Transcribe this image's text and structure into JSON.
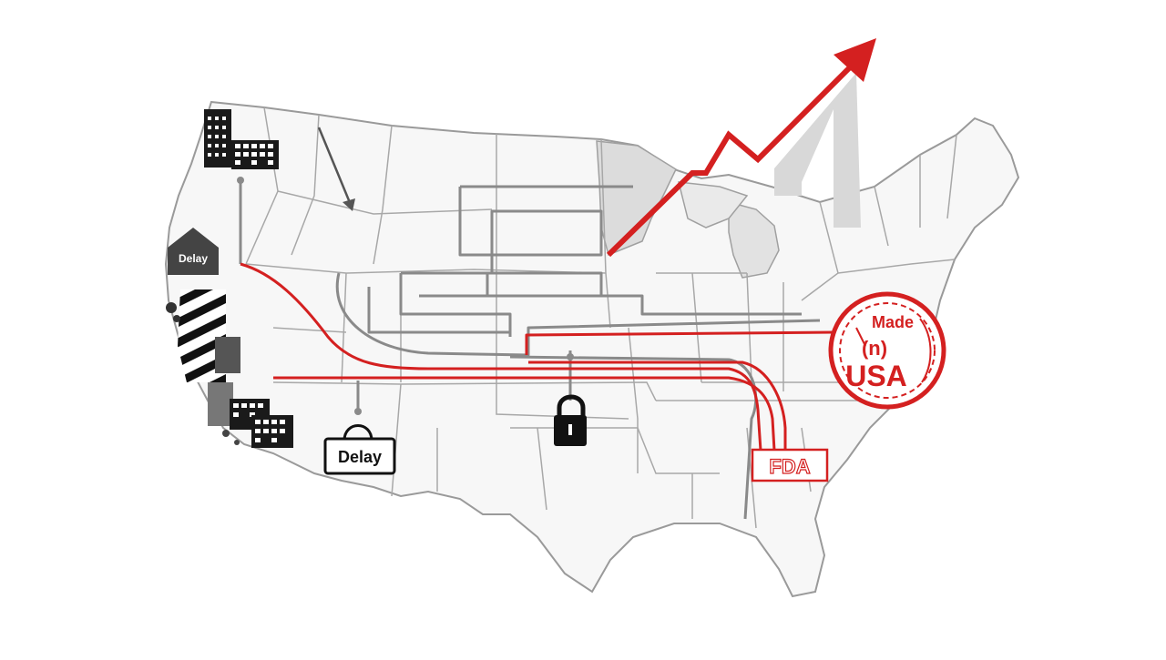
{
  "map": {
    "colors": {
      "background": "#ffffff",
      "land": "#f7f7f7",
      "border": "#9a9a9a",
      "shaded_region": "#dcdcdc",
      "gray_route": "#8a8a8a",
      "red_route": "#d42020",
      "icon_dark": "#1a1a1a"
    },
    "labels": {
      "delay_sign_west": "Delay",
      "delay_sign_southwest": "Delay",
      "fda_badge": "FDA"
    },
    "stamp": {
      "line1": "Made",
      "line2": "(n)",
      "line3": "USA"
    },
    "icons": [
      "factory-icon",
      "delay-house-sign-icon",
      "hazard-stripes-icon",
      "lock-icon",
      "delay-hang-sign-icon",
      "fda-badge-icon",
      "made-in-usa-stamp-icon",
      "trend-arrow-icon"
    ]
  }
}
